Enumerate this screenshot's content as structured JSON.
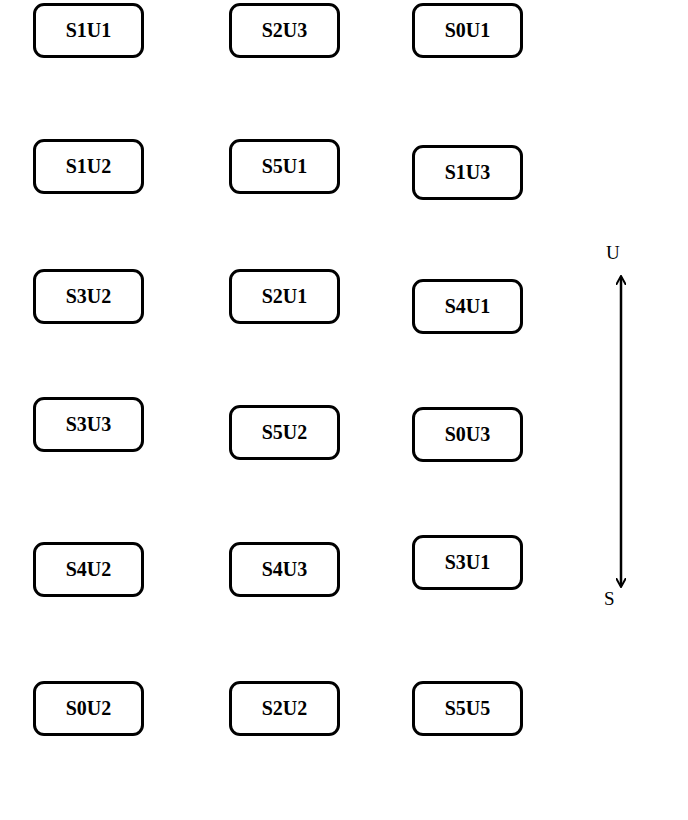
{
  "diagram": {
    "nodes": [
      {
        "text": [
          "S1U1"
        ]
      },
      {
        "text": [
          "S2U3"
        ]
      },
      {
        "text": [
          "S0U1"
        ]
      },
      {
        "text": [
          "S1U2"
        ]
      },
      {
        "text": [
          "S5U1"
        ]
      },
      {
        "text": [
          "S1U3"
        ]
      },
      {
        "text": [
          "S3U2"
        ]
      },
      {
        "text": [
          "S2U1"
        ]
      },
      {
        "text": [
          "S4U1"
        ]
      },
      {
        "text": [
          "S3U3"
        ]
      },
      {
        "text": [
          "S5U2"
        ]
      },
      {
        "text": [
          "S0U3"
        ]
      },
      {
        "text": [
          "S4U2"
        ]
      },
      {
        "text": [
          "S4U3"
        ]
      },
      {
        "text": [
          "S3U1"
        ]
      },
      {
        "text": [
          "S0U2"
        ]
      },
      {
        "text": [
          "S2U2"
        ]
      },
      {
        "text": [
          "S5U5"
        ]
      }
    ],
    "labels": [
      "U",
      "S"
    ]
  }
}
